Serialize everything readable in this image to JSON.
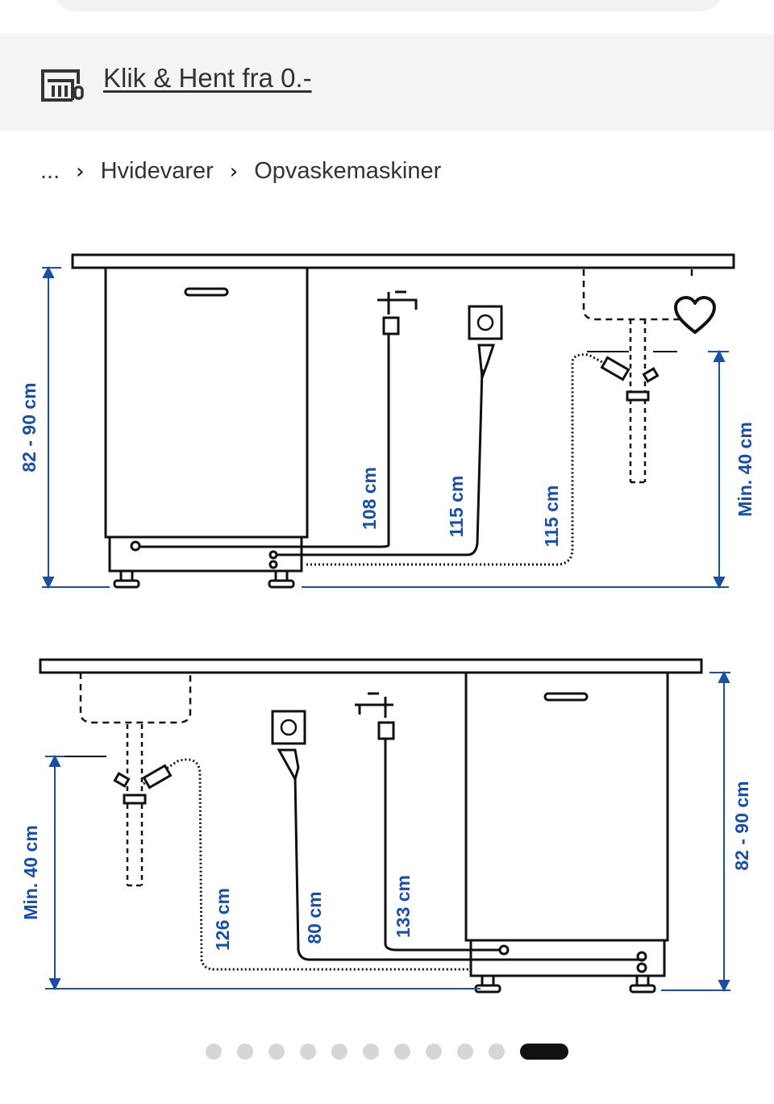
{
  "banner": {
    "store_icon": "store-icon",
    "link_text": "Klik & Hent fra 0.-"
  },
  "breadcrumb": {
    "separator": "›",
    "items": [
      "...",
      "Hvidevarer",
      "Opvaskemaskiner"
    ]
  },
  "favorite": {
    "icon": "heart-outline-icon"
  },
  "diagram": {
    "top": {
      "height_label": "82 - 90 cm",
      "min_label": "Min. 40 cm",
      "hose_labels": [
        "108 cm",
        "115 cm",
        "115 cm"
      ]
    },
    "bottom": {
      "height_label": "82 - 90 cm",
      "min_label": "Min. 40 cm",
      "hose_labels": [
        "126 cm",
        "80 cm",
        "133 cm"
      ]
    },
    "dimension_color": "#1a4fa3"
  },
  "carousel": {
    "total": 11,
    "active_index": 10
  }
}
